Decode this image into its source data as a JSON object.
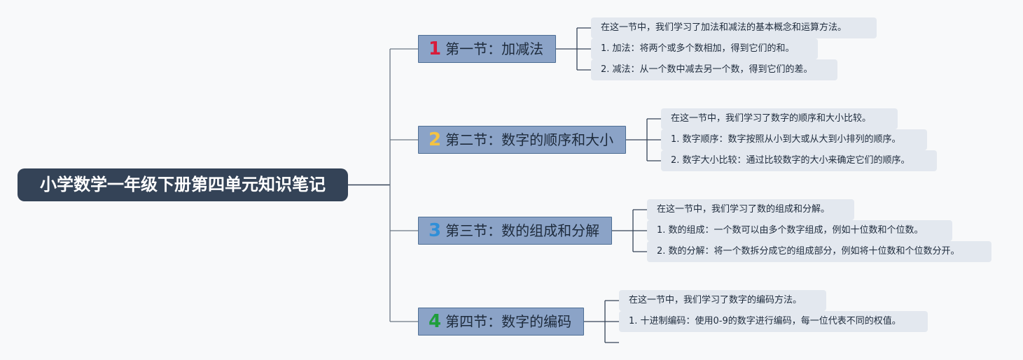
{
  "root": {
    "title": "小学数学一年级下册第四单元知识笔记"
  },
  "sections": [
    {
      "number": "1",
      "title": "第一节：加减法",
      "number_color": "#d81b3a",
      "notes": [
        "在这一节中，我们学习了加法和减法的基本概念和运算方法。",
        "1. 加法：将两个或多个数相加，得到它们的和。",
        "2. 减法：从一个数中减去另一个数，得到它们的差。"
      ]
    },
    {
      "number": "2",
      "title": "第二节：数字的顺序和大小",
      "number_color": "#f5c342",
      "notes": [
        "在这一节中，我们学习了数字的顺序和大小比较。",
        "1. 数字顺序：数字按照从小到大或从大到小排列的顺序。",
        "2. 数字大小比较：通过比较数字的大小来确定它们的顺序。"
      ]
    },
    {
      "number": "3",
      "title": "第三节：数的组成和分解",
      "number_color": "#2f8fd8",
      "notes": [
        "在这一节中，我们学习了数的组成和分解。",
        "1. 数的组成：一个数可以由多个数字组成，例如十位数和个位数。",
        "2. 数的分解：将一个数拆分成它的组成部分，例如将十位数和个位数分开。"
      ]
    },
    {
      "number": "4",
      "title": "第四节：数字的编码",
      "number_color": "#1f9e3a",
      "notes": [
        "在这一节中，我们学习了数字的编码方法。",
        "1. 十进制编码：使用0-9的数字进行编码，每一位代表不同的权值。",
        ""
      ]
    }
  ],
  "colors": {
    "background": "#f8f9fa",
    "root_fill": "#344357",
    "section_fill": "#8ba3c7",
    "note_fill": "#e3e8ef",
    "connector": "#6b7785"
  }
}
